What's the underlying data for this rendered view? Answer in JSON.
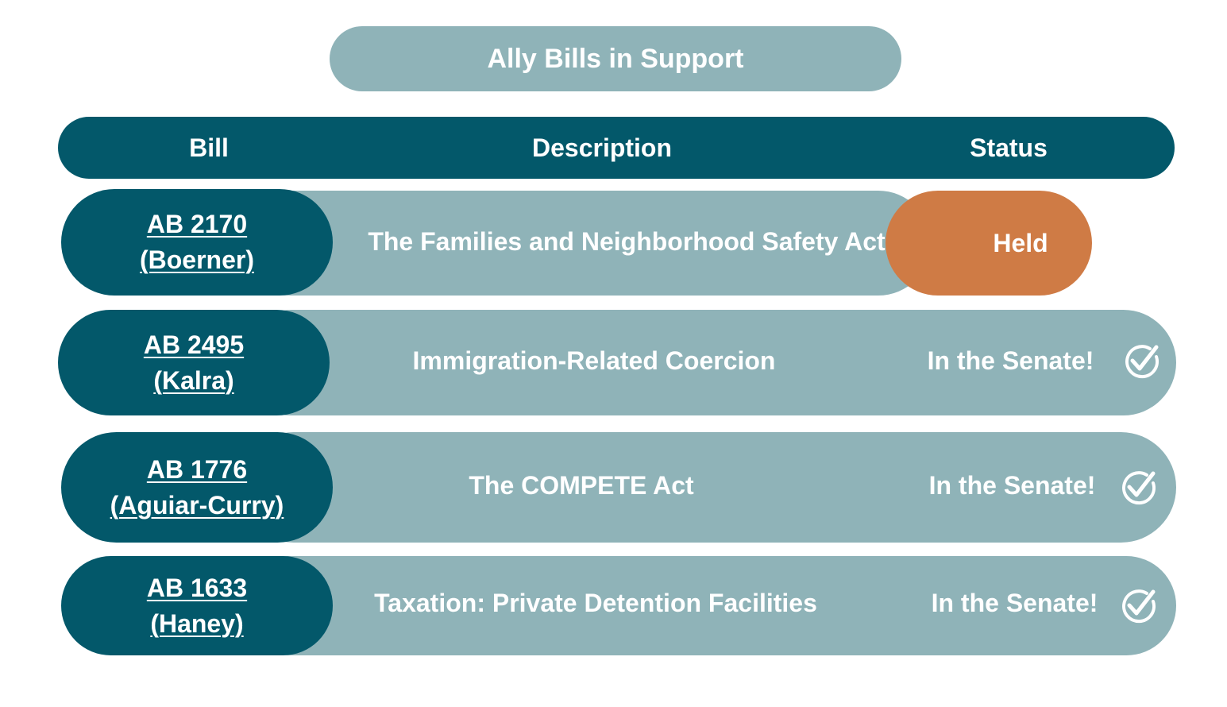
{
  "title": "Ally Bills in Support",
  "colors": {
    "dark_teal": "#03586a",
    "light_teal": "#8fb3b8",
    "orange": "#cf7b45",
    "text": "#ffffff"
  },
  "header": {
    "bill": "Bill",
    "description": "Description",
    "status": "Status"
  },
  "rows": [
    {
      "bill_number": "AB 2170",
      "author": "(Boerner)",
      "description": "The Families and Neighborhood Safety Act",
      "status": "Held",
      "icon": ""
    },
    {
      "bill_number": "AB 2495",
      "author": "(Kalra)",
      "description": "Immigration-Related Coercion",
      "status": "In the Senate!",
      "icon": "check-circle-icon"
    },
    {
      "bill_number": "AB 1776",
      "author": "(Aguiar-Curry)",
      "description": "The COMPETE Act",
      "status": "In the Senate!",
      "icon": "check-circle-icon"
    },
    {
      "bill_number": "AB 1633",
      "author": "(Haney)",
      "description": "Taxation: Private Detention Facilities",
      "status": "In the Senate!",
      "icon": "check-circle-icon"
    }
  ]
}
